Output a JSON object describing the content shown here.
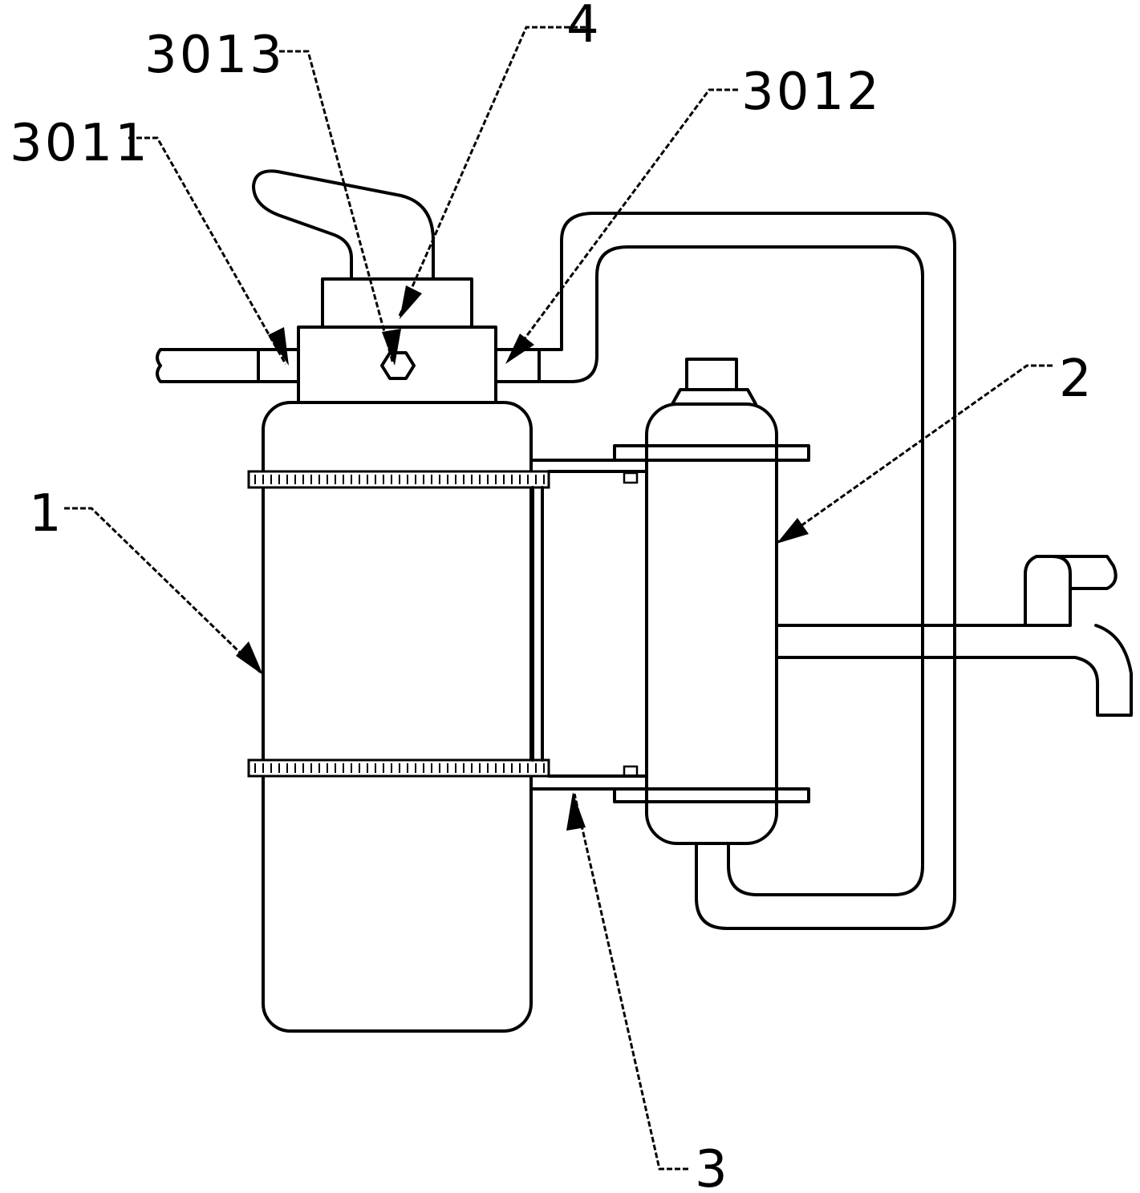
{
  "labels": {
    "l1": "1",
    "l2": "2",
    "l3": "3",
    "l4": "4",
    "l3011": "3011",
    "l3012": "3012",
    "l3013": "3013"
  }
}
